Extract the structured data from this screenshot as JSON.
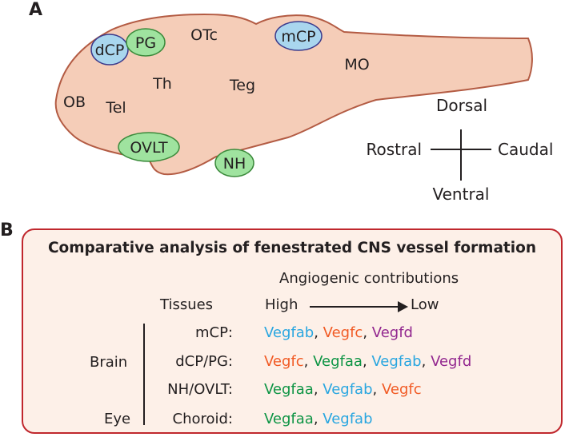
{
  "panel_a": {
    "letter": "A",
    "regions": {
      "dcp": "dCP",
      "pg": "PG",
      "otc": "OTc",
      "mcp": "mCP",
      "mo": "MO",
      "th": "Th",
      "teg": "Teg",
      "ob": "OB",
      "tel": "Tel",
      "ovlt": "OVLT",
      "nh": "NH"
    },
    "axes": {
      "dorsal": "Dorsal",
      "ventral": "Ventral",
      "rostral": "Rostral",
      "caudal": "Caudal"
    },
    "colors": {
      "brain_fill": "#f5cdb8",
      "brain_stroke": "#b35b43",
      "blue_oval": "#a9d6ee",
      "green_oval": "#9fe39f",
      "oval_blue_stroke": "#3a3a8c",
      "oval_green_stroke": "#3b8a3b"
    }
  },
  "panel_b": {
    "letter": "B",
    "title": "Comparative analysis of fenestrated CNS vessel formation",
    "header_contributions": "Angiogenic contributions",
    "header_tissues": "Tissues",
    "high": "High",
    "low": "Low",
    "groups": {
      "brain": "Brain",
      "eye": "Eye"
    },
    "rows": [
      {
        "tissue": "mCP:",
        "genes": [
          {
            "name": "Vegfab",
            "sep": ", ",
            "color": "#29a6e0"
          },
          {
            "name": "Vegfc",
            "sep": ", ",
            "color": "#f15a24"
          },
          {
            "name": "Vegfd",
            "sep": "",
            "color": "#92278f"
          }
        ]
      },
      {
        "tissue": "dCP/PG:",
        "genes": [
          {
            "name": "Vegfc",
            "sep": ", ",
            "color": "#f15a24"
          },
          {
            "name": "Vegfaa",
            "sep": ", ",
            "color": "#0d9444"
          },
          {
            "name": "Vegfab",
            "sep": ", ",
            "color": "#29a6e0"
          },
          {
            "name": "Vegfd",
            "sep": "",
            "color": "#92278f"
          }
        ]
      },
      {
        "tissue": "NH/OVLT:",
        "genes": [
          {
            "name": "Vegfaa",
            "sep": ", ",
            "color": "#0d9444"
          },
          {
            "name": "Vegfab",
            "sep": ", ",
            "color": "#29a6e0"
          },
          {
            "name": "Vegfc",
            "sep": "",
            "color": "#f15a24"
          }
        ]
      },
      {
        "tissue": "Choroid:",
        "genes": [
          {
            "name": "Vegfaa",
            "sep": ", ",
            "color": "#0d9444"
          },
          {
            "name": "Vegfab",
            "sep": "",
            "color": "#29a6e0"
          }
        ]
      }
    ],
    "colors": {
      "border": "#c0272d",
      "background": "#fdf0e8"
    }
  }
}
